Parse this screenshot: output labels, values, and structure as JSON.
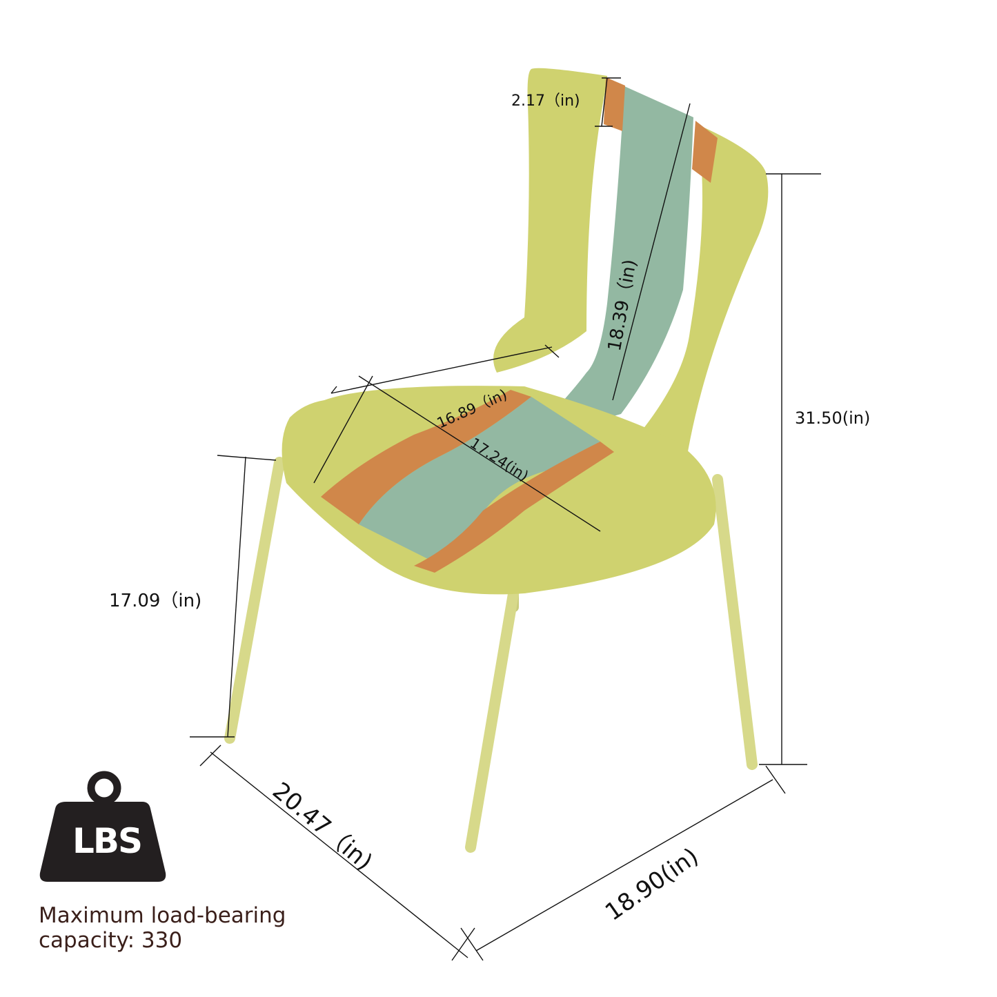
{
  "title": "Chair dimensions diagram",
  "colors": {
    "shell_yellow": "#cfd26f",
    "stripe_teal": "#93b8a2",
    "stripe_orange": "#d0874a",
    "leg_yellow": "#d7d98a",
    "dimension_line": "#111111",
    "icon_dark": "#231f20",
    "caption_text": "#3a1f1a"
  },
  "dimensions": {
    "stripe_width": "2.17（in)",
    "backrest_height": "18.39（in)",
    "seat_depth": "16.89（in)",
    "seat_width": "17.24(in)",
    "total_height": "31.50(in)",
    "seat_height": "17.09（in)",
    "leg_depth": "20.47（in)",
    "leg_width": "18.90(in)"
  },
  "load": {
    "icon_text": "LBS",
    "icon_name": "weight-icon",
    "caption_line1": "Maximum load-bearing",
    "caption_line2": "capacity: 330"
  }
}
